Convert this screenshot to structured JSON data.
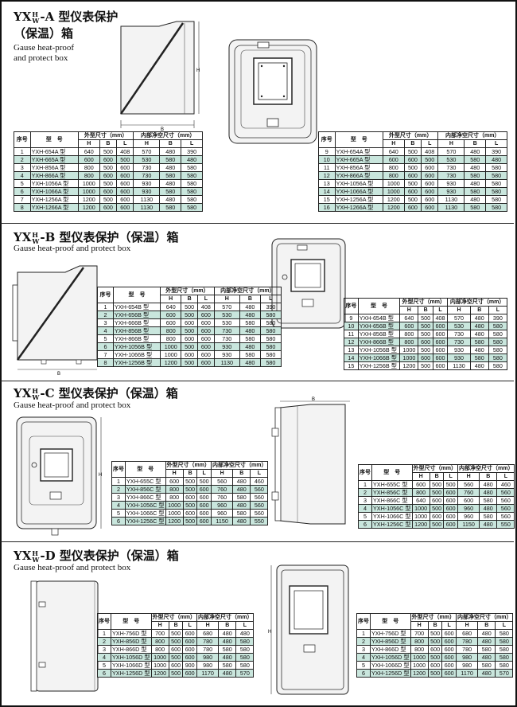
{
  "headers": {
    "seq": "序号",
    "model": "型　号",
    "outer": "外型尺寸（mm）",
    "inner": "内部净空尺寸（mm）",
    "H": "H",
    "B": "B",
    "L": "L"
  },
  "sections": [
    {
      "id": "A",
      "title_prefix": "YX",
      "title_sup": "H",
      "title_sub": "W",
      "title_rest": "-A 型仪表保护",
      "title_line2": "（保温）箱",
      "subtitle_line1": "Gause heat-proof",
      "subtitle_line2": "and protect box",
      "table_left": [
        [
          "1",
          "YXH-654A 型",
          "640",
          "500",
          "408",
          "570",
          "480",
          "390"
        ],
        [
          "2",
          "YXH-665A 型",
          "600",
          "600",
          "500",
          "530",
          "580",
          "480"
        ],
        [
          "3",
          "YXH-856A 型",
          "800",
          "500",
          "600",
          "730",
          "480",
          "580"
        ],
        [
          "4",
          "YXH-866A 型",
          "800",
          "600",
          "600",
          "730",
          "580",
          "580"
        ],
        [
          "5",
          "YXH-1056A 型",
          "1000",
          "500",
          "600",
          "930",
          "480",
          "580"
        ],
        [
          "6",
          "YXH-1066A 型",
          "1000",
          "600",
          "600",
          "930",
          "580",
          "580"
        ],
        [
          "7",
          "YXH-1256A 型",
          "1200",
          "500",
          "600",
          "1130",
          "480",
          "580"
        ],
        [
          "8",
          "YXH-1266A 型",
          "1200",
          "600",
          "600",
          "1130",
          "580",
          "580"
        ]
      ],
      "table_right": [
        [
          "9",
          "YXH-654A 型",
          "640",
          "500",
          "408",
          "570",
          "480",
          "390"
        ],
        [
          "10",
          "YXH-665A 型",
          "600",
          "600",
          "500",
          "530",
          "580",
          "480"
        ],
        [
          "11",
          "YXH-856A 型",
          "800",
          "500",
          "600",
          "730",
          "480",
          "580"
        ],
        [
          "12",
          "YXH-866A 型",
          "800",
          "600",
          "600",
          "730",
          "580",
          "580"
        ],
        [
          "13",
          "YXH-1056A 型",
          "1000",
          "500",
          "600",
          "930",
          "480",
          "580"
        ],
        [
          "14",
          "YXH-1066A 型",
          "1000",
          "600",
          "600",
          "930",
          "580",
          "580"
        ],
        [
          "15",
          "YXH-1256A 型",
          "1200",
          "500",
          "600",
          "1130",
          "480",
          "580"
        ],
        [
          "16",
          "YXH-1266A 型",
          "1200",
          "600",
          "600",
          "1130",
          "580",
          "580"
        ]
      ]
    },
    {
      "id": "B",
      "title_prefix": "YX",
      "title_sup": "H",
      "title_sub": "W",
      "title_rest": "-B 型仪表保护（保温）箱",
      "subtitle_line1": "Gause heat-proof and protect box",
      "table_left": [
        [
          "1",
          "YXH-654B 型",
          "640",
          "500",
          "408",
          "570",
          "480",
          "390"
        ],
        [
          "2",
          "YXH-656B 型",
          "600",
          "500",
          "600",
          "530",
          "480",
          "580"
        ],
        [
          "3",
          "YXH-666B 型",
          "600",
          "600",
          "600",
          "530",
          "580",
          "580"
        ],
        [
          "4",
          "YXH-856B 型",
          "800",
          "500",
          "600",
          "730",
          "480",
          "580"
        ],
        [
          "5",
          "YXH-866B 型",
          "800",
          "600",
          "600",
          "730",
          "580",
          "580"
        ],
        [
          "6",
          "YXH-1056B 型",
          "1000",
          "500",
          "600",
          "930",
          "480",
          "580"
        ],
        [
          "7",
          "YXH-1066B 型",
          "1000",
          "600",
          "600",
          "930",
          "580",
          "580"
        ],
        [
          "8",
          "YXH-1256B 型",
          "1200",
          "500",
          "600",
          "1130",
          "480",
          "580"
        ]
      ],
      "table_right": [
        [
          "9",
          "YXH-654B 型",
          "640",
          "500",
          "408",
          "570",
          "480",
          "390"
        ],
        [
          "10",
          "YXH-656B 型",
          "600",
          "500",
          "600",
          "530",
          "480",
          "580"
        ],
        [
          "11",
          "YXH-856B 型",
          "800",
          "500",
          "600",
          "730",
          "480",
          "580"
        ],
        [
          "12",
          "YXH-866B 型",
          "800",
          "600",
          "600",
          "730",
          "580",
          "580"
        ],
        [
          "13",
          "YXH-1056B 型",
          "1000",
          "500",
          "600",
          "930",
          "480",
          "580"
        ],
        [
          "14",
          "YXH-1066B 型",
          "1000",
          "600",
          "600",
          "930",
          "580",
          "580"
        ],
        [
          "15",
          "YXH-1256B 型",
          "1200",
          "500",
          "600",
          "1130",
          "480",
          "580"
        ]
      ]
    },
    {
      "id": "C",
      "title_prefix": "YX",
      "title_sup": "H",
      "title_sub": "W",
      "title_rest": "-C 型仪表保护（保温）箱",
      "subtitle_line1": "Gause heat-proof and protect box",
      "table_left": [
        [
          "1",
          "YXH-655C 型",
          "600",
          "500",
          "500",
          "560",
          "480",
          "460"
        ],
        [
          "2",
          "YXH-856C 型",
          "800",
          "500",
          "600",
          "760",
          "480",
          "560"
        ],
        [
          "3",
          "YXH-866C 型",
          "800",
          "600",
          "600",
          "760",
          "580",
          "560"
        ],
        [
          "4",
          "YXH-1056C 型",
          "1000",
          "500",
          "600",
          "960",
          "480",
          "560"
        ],
        [
          "5",
          "YXH-1066C 型",
          "1000",
          "600",
          "600",
          "960",
          "580",
          "560"
        ],
        [
          "6",
          "YXH-1256C 型",
          "1200",
          "500",
          "600",
          "1150",
          "480",
          "550"
        ]
      ],
      "table_right": [
        [
          "1",
          "YXH-655C 型",
          "600",
          "500",
          "500",
          "560",
          "480",
          "460"
        ],
        [
          "2",
          "YXH-856C 型",
          "800",
          "500",
          "600",
          "760",
          "480",
          "560"
        ],
        [
          "3",
          "YXH-866C 型",
          "640",
          "600",
          "600",
          "600",
          "580",
          "560"
        ],
        [
          "4",
          "YXH-1056C 型",
          "1000",
          "500",
          "600",
          "960",
          "480",
          "560"
        ],
        [
          "5",
          "YXH-1066C 型",
          "1000",
          "600",
          "600",
          "960",
          "580",
          "560"
        ],
        [
          "6",
          "YXH-1256C 型",
          "1200",
          "500",
          "600",
          "1150",
          "480",
          "550"
        ]
      ]
    },
    {
      "id": "D",
      "title_prefix": "YX",
      "title_sup": "H",
      "title_sub": "W",
      "title_rest": "-D 型仪表保护（保温）箱",
      "subtitle_line1": "Gause heat-proof and protect box",
      "table_left": [
        [
          "1",
          "YXH-756D 型",
          "700",
          "500",
          "600",
          "680",
          "480",
          "480"
        ],
        [
          "2",
          "YXH-856D 型",
          "800",
          "500",
          "600",
          "780",
          "480",
          "580"
        ],
        [
          "3",
          "YXH-866D 型",
          "800",
          "600",
          "600",
          "780",
          "580",
          "580"
        ],
        [
          "4",
          "YXH-1056D 型",
          "1000",
          "500",
          "600",
          "980",
          "480",
          "580"
        ],
        [
          "5",
          "YXH-1066D 型",
          "1000",
          "600",
          "900",
          "980",
          "580",
          "580"
        ],
        [
          "6",
          "YXH-1256D 型",
          "1200",
          "500",
          "600",
          "1170",
          "480",
          "570"
        ]
      ],
      "table_right": [
        [
          "1",
          "YXH-756D 型",
          "700",
          "500",
          "600",
          "680",
          "480",
          "580"
        ],
        [
          "2",
          "YXH-856D 型",
          "800",
          "500",
          "600",
          "780",
          "480",
          "580"
        ],
        [
          "3",
          "YXH-866D 型",
          "800",
          "600",
          "600",
          "780",
          "580",
          "580"
        ],
        [
          "4",
          "YXH-1056D 型",
          "1000",
          "500",
          "600",
          "980",
          "480",
          "580"
        ],
        [
          "5",
          "YXH-1066D 型",
          "1000",
          "600",
          "600",
          "980",
          "580",
          "580"
        ],
        [
          "6",
          "YXH-1256D 型",
          "1200",
          "500",
          "600",
          "1170",
          "480",
          "570"
        ]
      ]
    }
  ],
  "dimension_labels": {
    "height": "H",
    "width": "B"
  }
}
